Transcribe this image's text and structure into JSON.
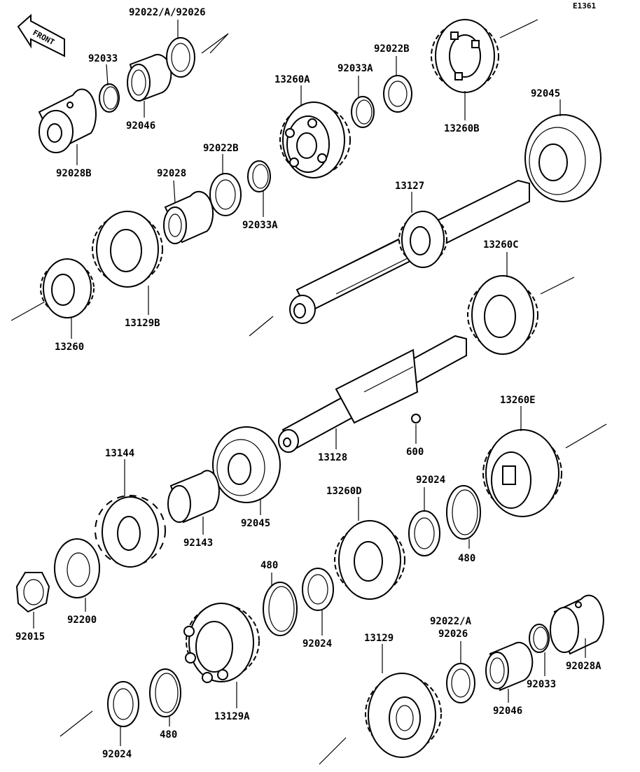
{
  "diagram": {
    "code": "E1361",
    "front_label": "FRONT",
    "labels": [
      {
        "id": "p92022a92026-top",
        "text": "92022/A/92026"
      },
      {
        "id": "p92033-top",
        "text": "92033"
      },
      {
        "id": "p92046-top",
        "text": "92046"
      },
      {
        "id": "p92028b",
        "text": "92028B"
      },
      {
        "id": "p92022b-right",
        "text": "92022B"
      },
      {
        "id": "p92033a-top",
        "text": "92033A"
      },
      {
        "id": "p13260a",
        "text": "13260A"
      },
      {
        "id": "p13260b",
        "text": "13260B"
      },
      {
        "id": "p92045-top",
        "text": "92045"
      },
      {
        "id": "p92022b-left",
        "text": "92022B"
      },
      {
        "id": "p92028",
        "text": "92028"
      },
      {
        "id": "p92033a-mid",
        "text": "92033A"
      },
      {
        "id": "p13127",
        "text": "13127"
      },
      {
        "id": "p13129b",
        "text": "13129B"
      },
      {
        "id": "p13260",
        "text": "13260"
      },
      {
        "id": "p13260c",
        "text": "13260C"
      },
      {
        "id": "p13144",
        "text": "13144"
      },
      {
        "id": "p92045-mid",
        "text": "92045"
      },
      {
        "id": "p92143",
        "text": "92143"
      },
      {
        "id": "p13128",
        "text": "13128"
      },
      {
        "id": "p600",
        "text": "600"
      },
      {
        "id": "p13260e",
        "text": "13260E"
      },
      {
        "id": "p13260d",
        "text": "13260D"
      },
      {
        "id": "p92024-mid",
        "text": "92024"
      },
      {
        "id": "p480-right",
        "text": "480"
      },
      {
        "id": "p92015",
        "text": "92015"
      },
      {
        "id": "p92200",
        "text": "92200"
      },
      {
        "id": "p480-mid",
        "text": "480"
      },
      {
        "id": "p92024-center",
        "text": "92024"
      },
      {
        "id": "p92022a",
        "text": "92022/A"
      },
      {
        "id": "p92026",
        "text": "92026"
      },
      {
        "id": "p13129",
        "text": "13129"
      },
      {
        "id": "p13129a",
        "text": "13129A"
      },
      {
        "id": "p92046-bottom",
        "text": "92046"
      },
      {
        "id": "p92033-bottom",
        "text": "92033"
      },
      {
        "id": "p92028a",
        "text": "92028A"
      },
      {
        "id": "p92024-bottom",
        "text": "92024"
      },
      {
        "id": "p480-bottom",
        "text": "480"
      }
    ]
  }
}
